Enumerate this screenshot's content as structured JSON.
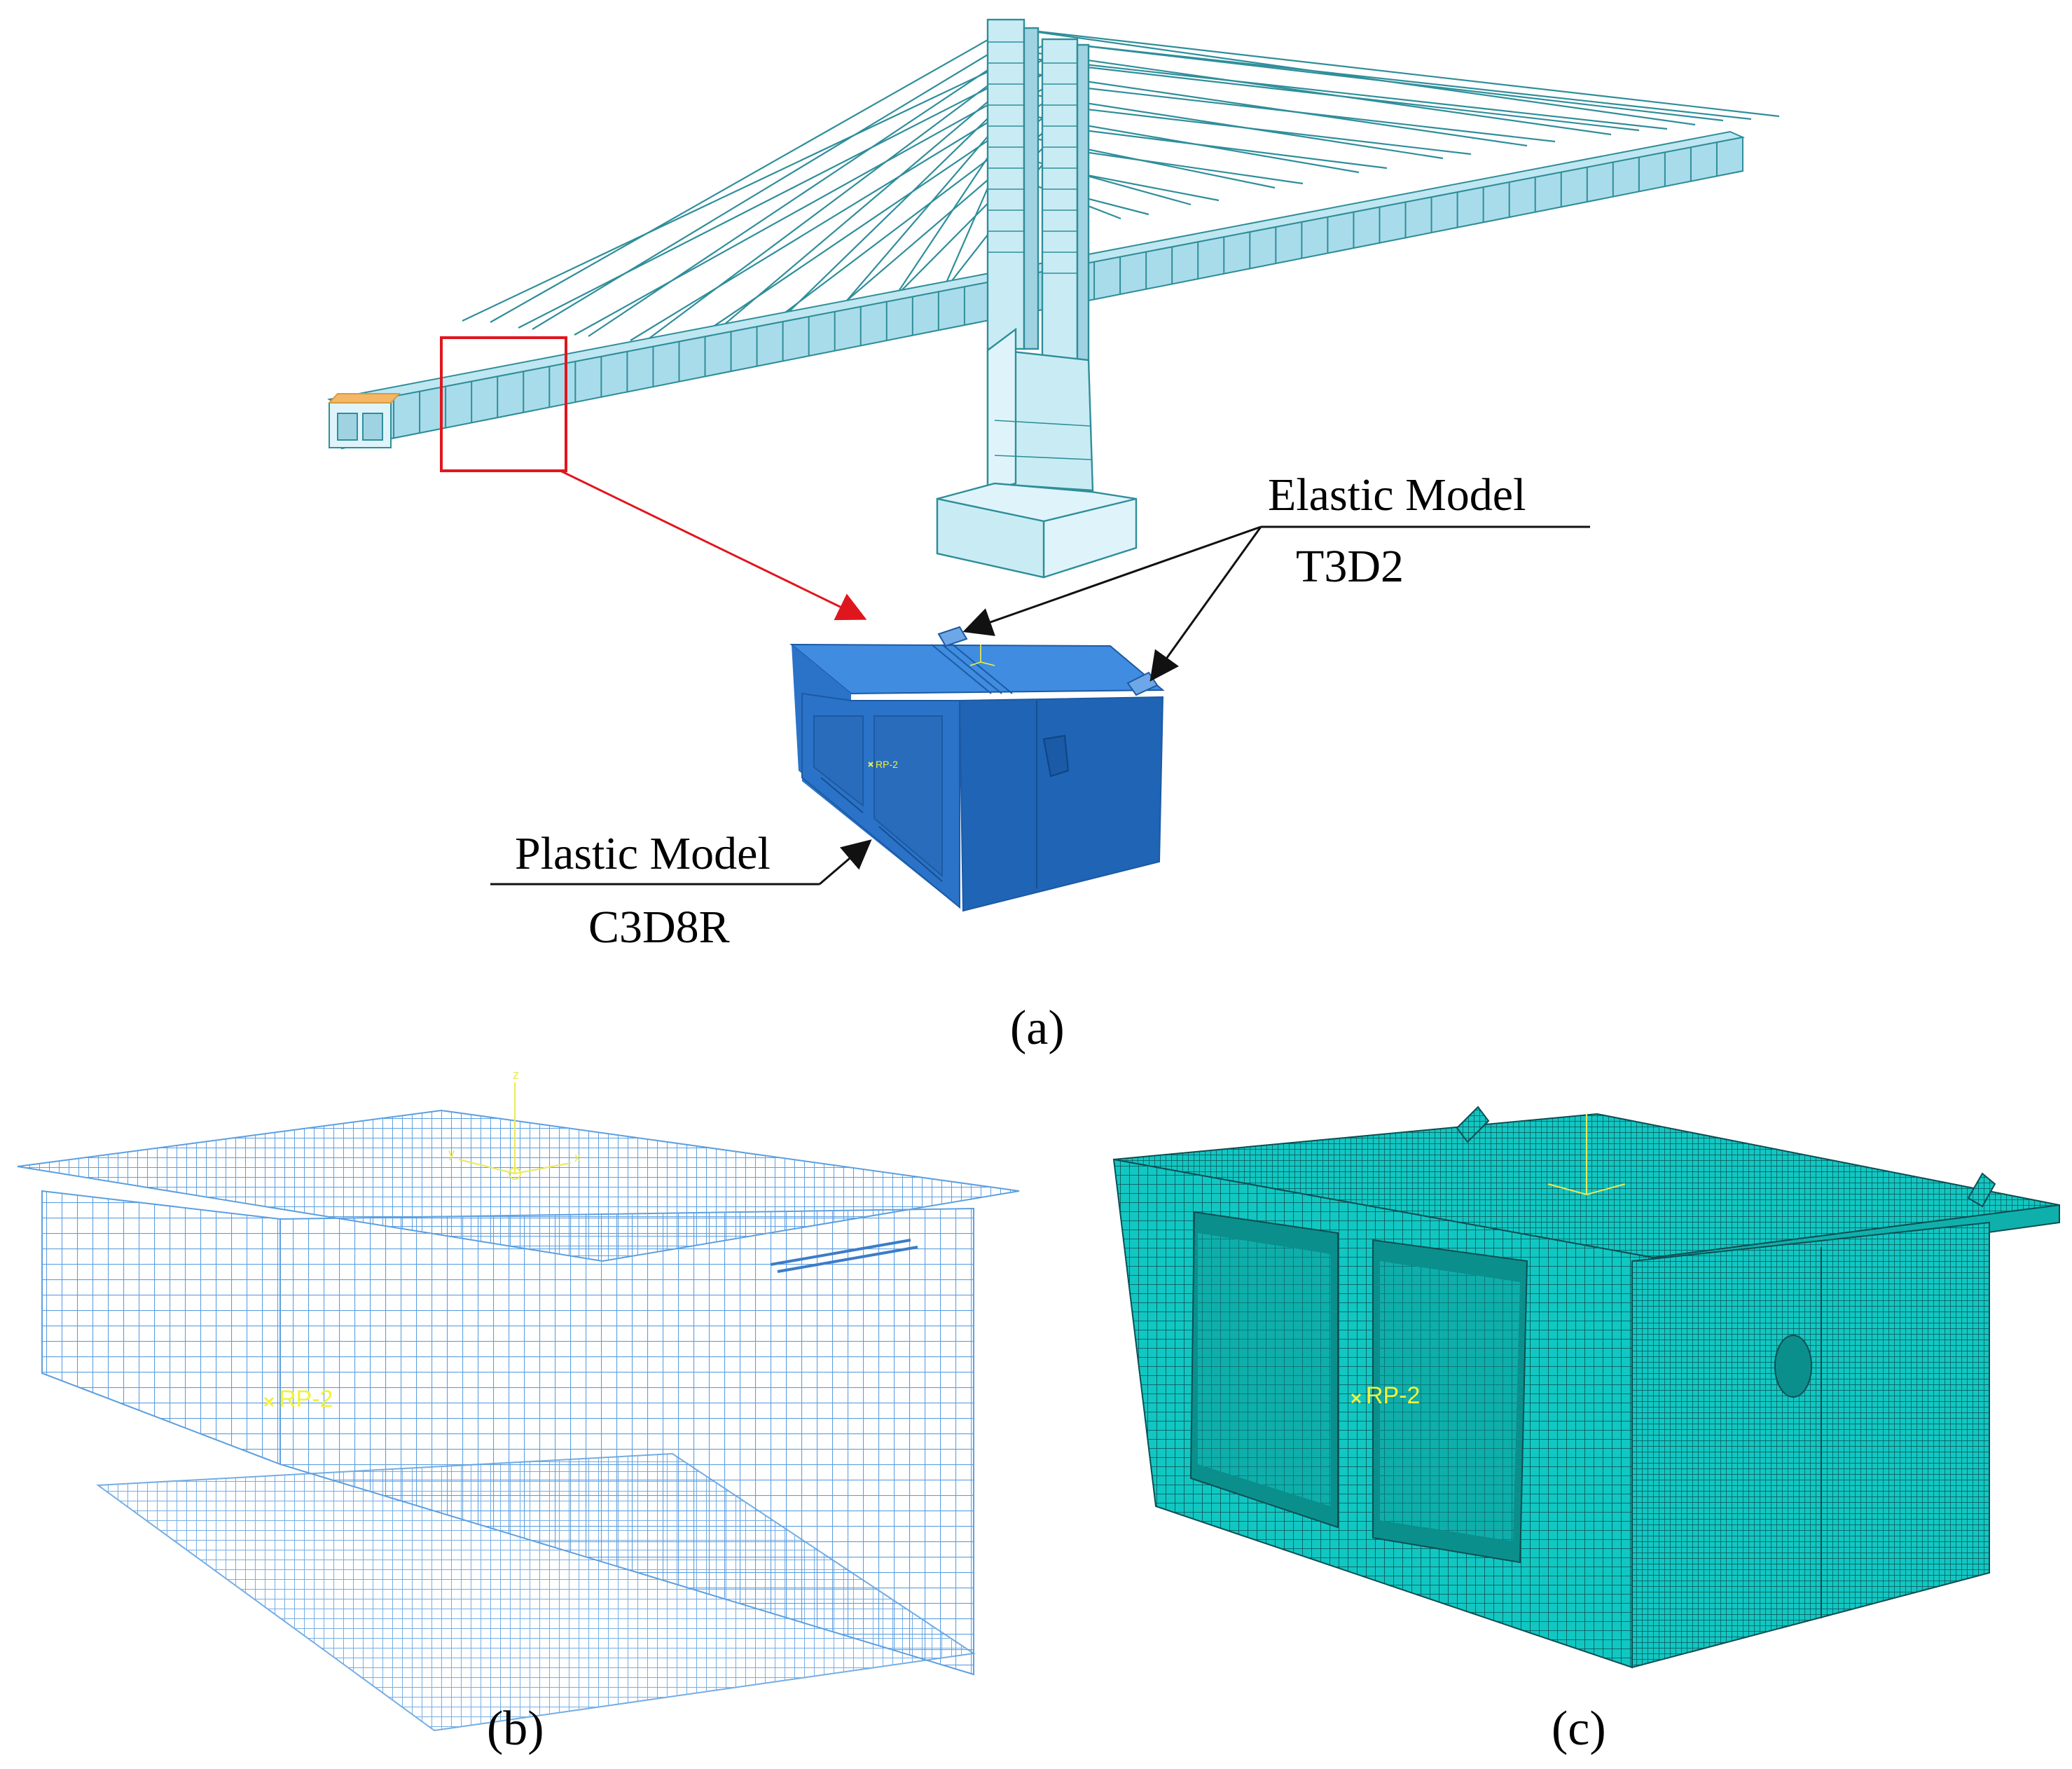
{
  "labels": {
    "elastic_model": "Elastic Model",
    "elastic_element": "T3D2",
    "plastic_model": "Plastic Model",
    "plastic_element": "C3D8R",
    "panel_a": "(a)",
    "panel_b": "(b)",
    "panel_c": "(c)",
    "ref_point": "RP-2"
  },
  "colors": {
    "bridge_fill": "#a9dcea",
    "bridge_line": "#2f8e9a",
    "segment_blue": "#2a73c8",
    "rebar_blue": "#5d9fe0",
    "mesh_cyan": "#11c7c2",
    "highlight_red": "#e0161e",
    "annotation_yellow": "#f2f23a"
  },
  "icons": {
    "axis_triad": "axis-triad-icon",
    "reference_point": "reference-point-icon"
  }
}
